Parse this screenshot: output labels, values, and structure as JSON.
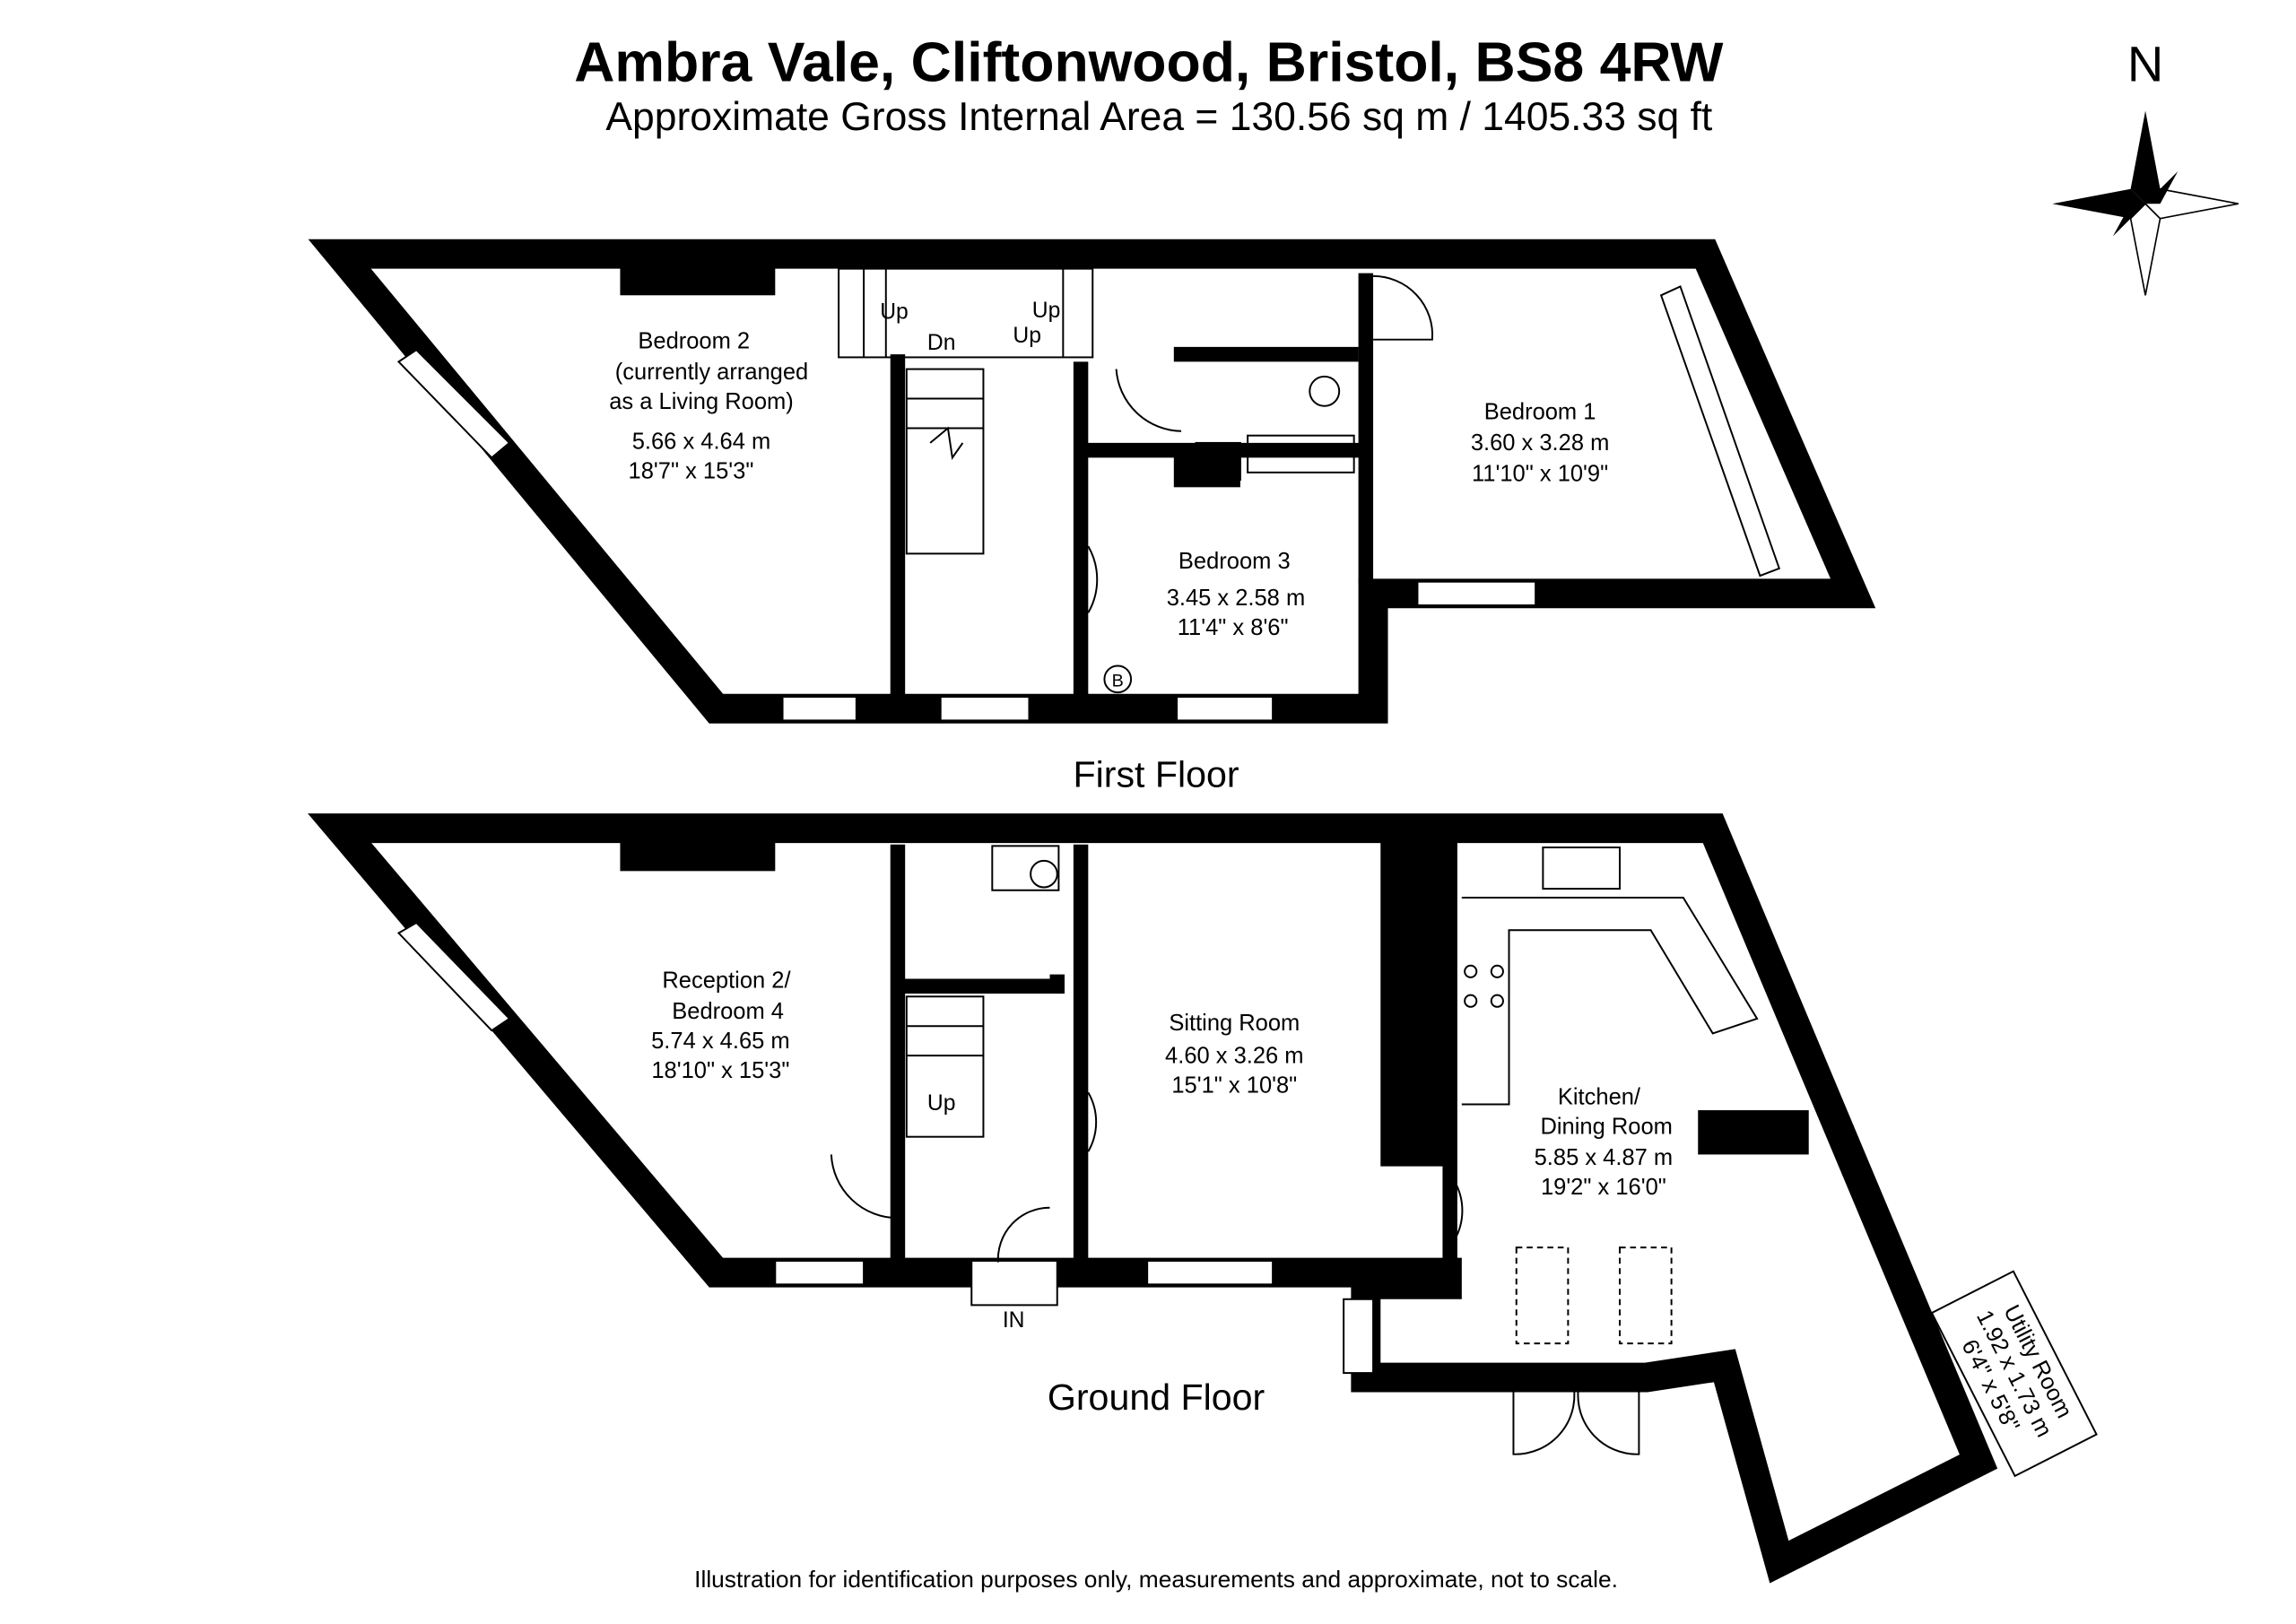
{
  "header": {
    "title": "Ambra Vale, Cliftonwood, Bristol, BS8 4RW",
    "subtitle": "Approximate Gross Internal Area = 130.56 sq m / 1405.33 sq ft"
  },
  "compass": {
    "label": "N"
  },
  "first_floor": {
    "label": "First Floor",
    "rooms": [
      {
        "name": "Bedroom 2",
        "note1": "(currently arranged",
        "note2": "as a Living Room)",
        "metric": "5.66 x 4.64 m",
        "imperial": "18'7\" x 15'3\""
      },
      {
        "name": "Bedroom 1",
        "metric": "3.60 x 3.28 m",
        "imperial": "11'10\" x 10'9\""
      },
      {
        "name": "Bedroom 3",
        "metric": "3.45 x 2.58 m",
        "imperial": "11'4\" x 8'6\""
      }
    ],
    "stair_labels": {
      "up1": "Up",
      "up2": "Up",
      "up3": "Up",
      "dn": "Dn"
    },
    "boiler": "B"
  },
  "ground_floor": {
    "label": "Ground Floor",
    "rooms": [
      {
        "name": "Reception 2/",
        "name2": "Bedroom 4",
        "metric": "5.74 x 4.65 m",
        "imperial": "18'10\" x 15'3\""
      },
      {
        "name": "Sitting Room",
        "metric": "4.60 x 3.26 m",
        "imperial": "15'1\" x 10'8\""
      },
      {
        "name": "Kitchen/",
        "name2": "Dining Room",
        "metric": "5.85 x 4.87 m",
        "imperial": "19'2\" x 16'0\""
      },
      {
        "name": "Utility Room",
        "metric": "1.92 x 1.73 m",
        "imperial": "6'4\" x 5'8\""
      }
    ],
    "stair_label": "Up",
    "entrance": "IN"
  },
  "footer": {
    "disclaimer": "Illustration for identification purposes only, measurements and approximate, not to scale."
  }
}
